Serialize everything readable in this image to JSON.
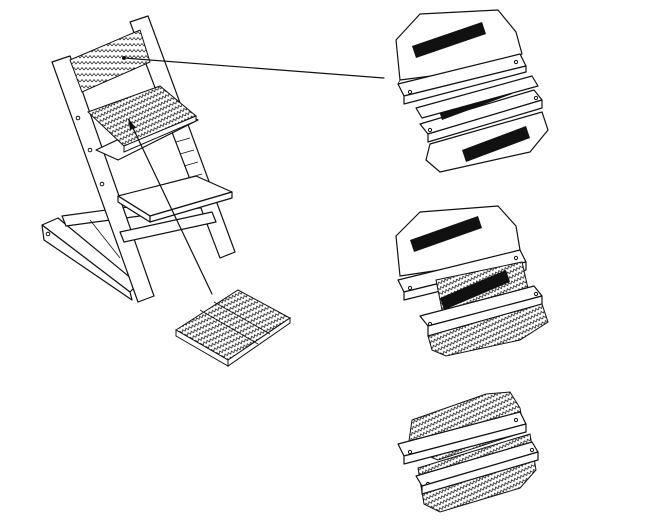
{
  "figure": {
    "subject": "high-chair-seat-cushion-installation",
    "colors": {
      "line": "#111111",
      "fill": "#ffffff",
      "strip": "#111111"
    },
    "panels": [
      {
        "name": "adhesive-strips-on-boards"
      },
      {
        "name": "cushion-being-attached"
      },
      {
        "name": "cushion-installed"
      }
    ]
  }
}
